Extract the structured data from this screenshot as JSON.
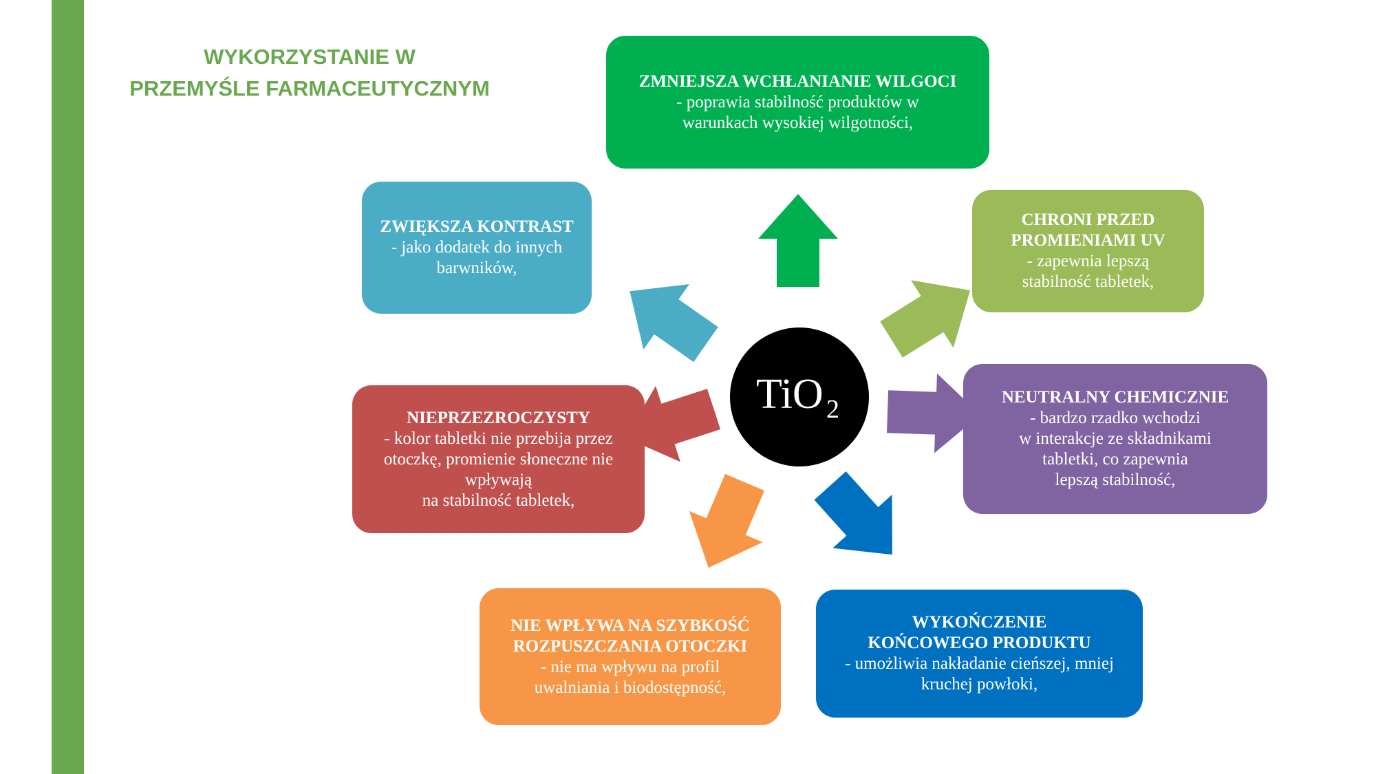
{
  "title": {
    "line1": "WYKORZYSTANIE W",
    "line2": "PRZEMYŚLE FARMACEUTYCZNYM"
  },
  "center": {
    "formula": "TiO",
    "subscript": "2"
  },
  "boxes": [
    {
      "heading": "ZMNIEJSZA WCHŁANIANIE WILGOCI",
      "desc": "- poprawia stabilność produktów w\nwarunkach wysokiej wilgotności,",
      "color": "#00b050"
    },
    {
      "heading": "CHRONI PRZED\nPROMIENIAMI UV",
      "desc": "- zapewnia lepszą\nstabilność tabletek,",
      "color": "#9bbb59"
    },
    {
      "heading": "NEUTRALNY CHEMICZNIE",
      "desc": "- bardzo rzadko wchodzi\nw interakcje ze składnikami\ntabletki, co zapewnia\nlepszą stabilność,",
      "color": "#8064a2"
    },
    {
      "heading": "WYKOŃCZENIE\nKOŃCOWEGO PRODUKTU",
      "desc": "- umożliwia nakładanie cieńszej, mniej\nkruchej powłoki,",
      "color": "#0070c0"
    },
    {
      "heading": "NIE WPŁYWA NA SZYBKOŚĆ\nROZPUSZCZANIA OTOCZKI",
      "desc": "- nie ma wpływu na profil\nuwalniania i biodostępność,",
      "color": "#f79646"
    },
    {
      "heading": "NIEPRZEZROCZYSTY",
      "desc": "- kolor tabletki nie przebija przez\notoczkę, promienie słoneczne nie\nwpływają\nna stabilność tabletek,",
      "color": "#c0504d"
    },
    {
      "heading": "ZWIĘKSZA KONTRAST",
      "desc": "- jako dodatek do innych\nbarwników,",
      "color": "#4bacc6"
    }
  ]
}
